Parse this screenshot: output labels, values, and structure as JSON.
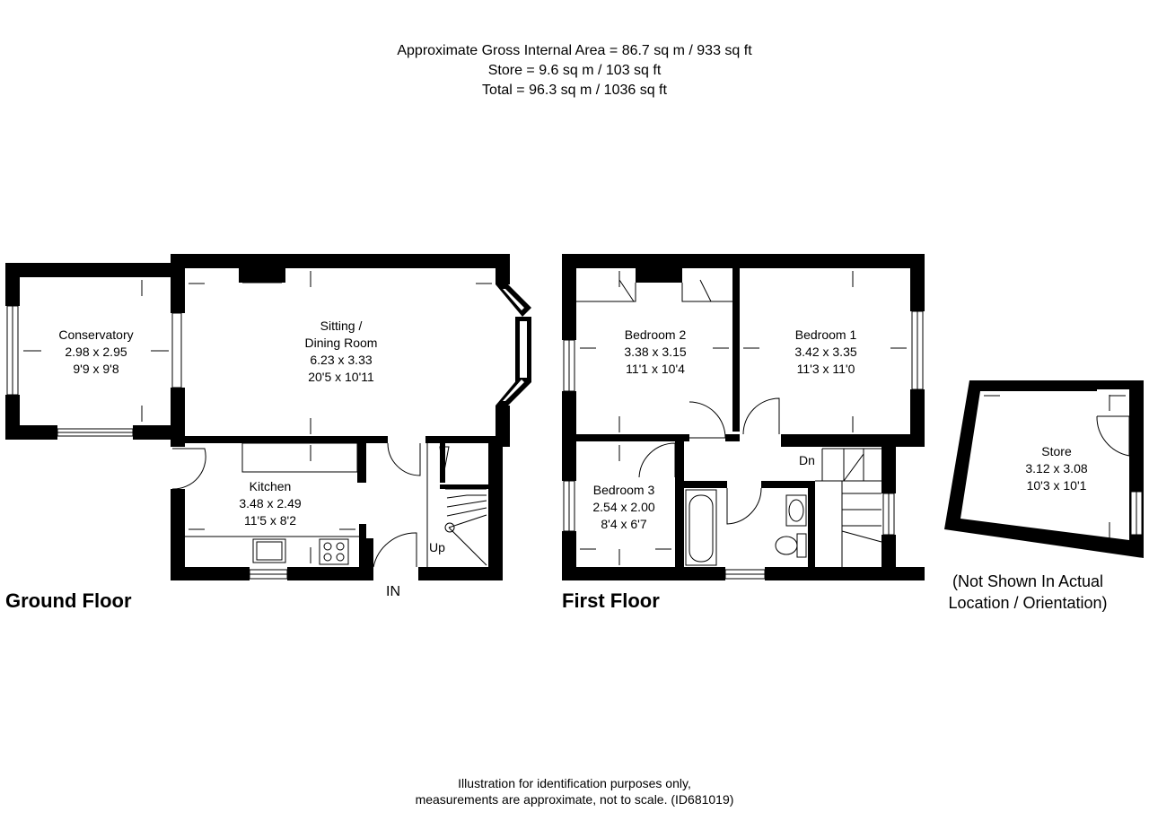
{
  "header": {
    "line1": "Approximate Gross Internal Area = 86.7 sq m / 933 sq ft",
    "line2": "Store = 9.6 sq m / 103 sq ft",
    "line3": "Total = 96.3 sq m / 1036 sq ft"
  },
  "ground_floor": {
    "label": "Ground Floor",
    "entrance": "IN",
    "stairs": "Up",
    "rooms": {
      "conservatory": {
        "name": "Conservatory",
        "metric": "2.98 x 2.95",
        "imperial": "9'9 x 9'8"
      },
      "sitting": {
        "name1": "Sitting /",
        "name2": "Dining Room",
        "metric": "6.23 x 3.33",
        "imperial": "20'5 x 10'11"
      },
      "kitchen": {
        "name": "Kitchen",
        "metric": "3.48 x 2.49",
        "imperial": "11'5 x 8'2"
      }
    }
  },
  "first_floor": {
    "label": "First Floor",
    "stairs": "Dn",
    "rooms": {
      "bedroom2": {
        "name": "Bedroom 2",
        "metric": "3.38 x 3.15",
        "imperial": "11'1 x 10'4"
      },
      "bedroom1": {
        "name": "Bedroom 1",
        "metric": "3.42 x 3.35",
        "imperial": "11'3 x 11'0"
      },
      "bedroom3": {
        "name": "Bedroom 3",
        "metric": "2.54 x 2.00",
        "imperial": "8'4 x 6'7"
      }
    }
  },
  "store": {
    "name": "Store",
    "metric": "3.12 x 3.08",
    "imperial": "10'3 x 10'1",
    "note1": "(Not Shown In Actual",
    "note2": "Location / Orientation)"
  },
  "footer": {
    "line1": "Illustration for identification purposes only,",
    "line2": "measurements are approximate, not to scale. (ID681019)"
  }
}
